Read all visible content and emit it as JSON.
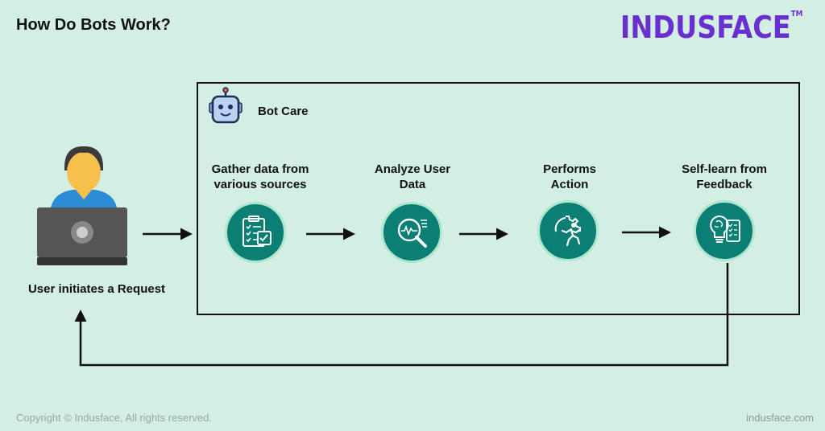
{
  "header": {
    "title": "How Do Bots Work?",
    "brand": "INDUSFACE",
    "brand_mark": "TM"
  },
  "user": {
    "label": "User initiates a Request"
  },
  "bot_care": {
    "label": "Bot Care",
    "steps": [
      {
        "label_line1": "Gather data from",
        "label_line2": "various sources",
        "icon": "clipboard-checklist-icon"
      },
      {
        "label_line1": "Analyze User",
        "label_line2": "Data",
        "icon": "magnifier-analysis-icon"
      },
      {
        "label_line1": "Performs",
        "label_line2": "Action",
        "icon": "gear-runner-icon"
      },
      {
        "label_line1": "Self-learn from",
        "label_line2": "Feedback",
        "icon": "brain-bulb-icon"
      }
    ]
  },
  "footer": {
    "copyright": "Copyright © Indusface, All rights reserved.",
    "site": "indusface.com"
  },
  "colors": {
    "background": "#d3efe4",
    "circle": "#0b7f74",
    "brand": "#6a2fd0"
  }
}
